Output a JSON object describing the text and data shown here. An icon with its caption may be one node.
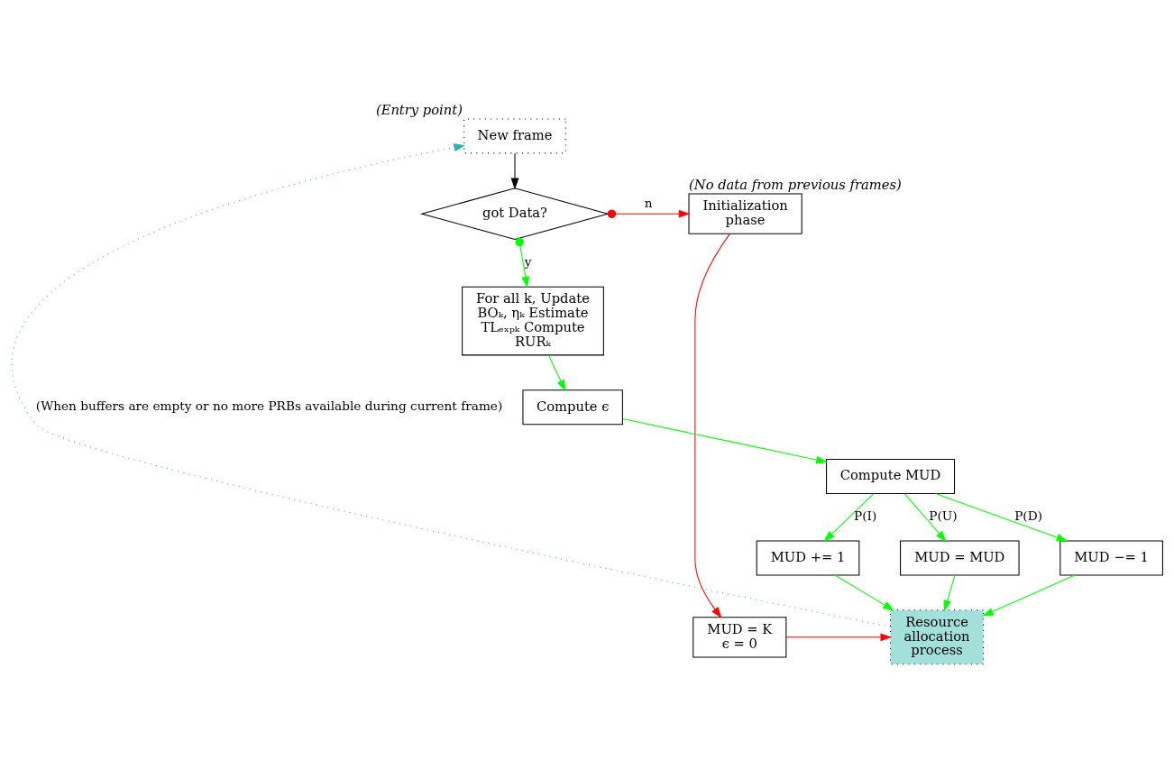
{
  "diagram": {
    "nodes": [
      {
        "text": [
          "New frame"
        ],
        "beside": [
          "(Entry point)"
        ]
      },
      {
        "text": [
          "got Data?"
        ]
      },
      {
        "text": [
          "Initialization phase"
        ],
        "beside": [
          "(No data from previous frames)"
        ]
      },
      {
        "text": [
          "For all k, Update BOₖ, ηₖ Estimate TLₑₓₚₖ Compute RURₖ"
        ]
      },
      {
        "text": [
          "MUD = K",
          "ϵ = 0"
        ]
      },
      {
        "text": [
          "Resource allocation process"
        ]
      },
      {
        "text": [
          "Compute ϵ"
        ]
      },
      {
        "text": [
          "Compute MUD"
        ]
      },
      {
        "text": [
          "MUD −= 1"
        ]
      },
      {
        "text": [
          "MUD += 1"
        ]
      },
      {
        "text": [
          "MUD = MUD"
        ]
      }
    ],
    "edges": [
      {
        "from": 0,
        "to": 1,
        "arrow": "to",
        "color": "#000000"
      },
      {
        "from": 1,
        "to": 2,
        "arrow": "to",
        "label": "n",
        "color": "#ff0000"
      },
      {
        "from": 1,
        "to": 3,
        "arrow": "to",
        "label": "y"
      },
      {
        "from": 2,
        "to": 4,
        "arrow": "to",
        "color": "#ff0000"
      },
      {
        "from": 4,
        "to": 5,
        "arrow": "to",
        "color": "#ff0000"
      },
      {
        "from": 3,
        "to": 6,
        "arrow": "to"
      },
      {
        "from": 6,
        "to": 7,
        "arrow": "to"
      },
      {
        "from": 7,
        "to": 8,
        "arrow": "to",
        "label": "P(D)"
      },
      {
        "from": 7,
        "to": 9,
        "arrow": "to",
        "label": "P(I)"
      },
      {
        "from": 7,
        "to": 10,
        "arrow": "to",
        "label": "P(U)"
      },
      {
        "from": 8,
        "to": 5,
        "arrow": "to"
      },
      {
        "from": 9,
        "to": 5,
        "arrow": "to"
      },
      {
        "from": 10,
        "to": 5,
        "arrow": "to"
      },
      {
        "from": 5,
        "to": 0,
        "arrow": "to",
        "label": "(When buffers are empty or no more PRBs available during current frame)",
        "style": "dashed",
        "color": "#2ab0b0"
      }
    ]
  }
}
